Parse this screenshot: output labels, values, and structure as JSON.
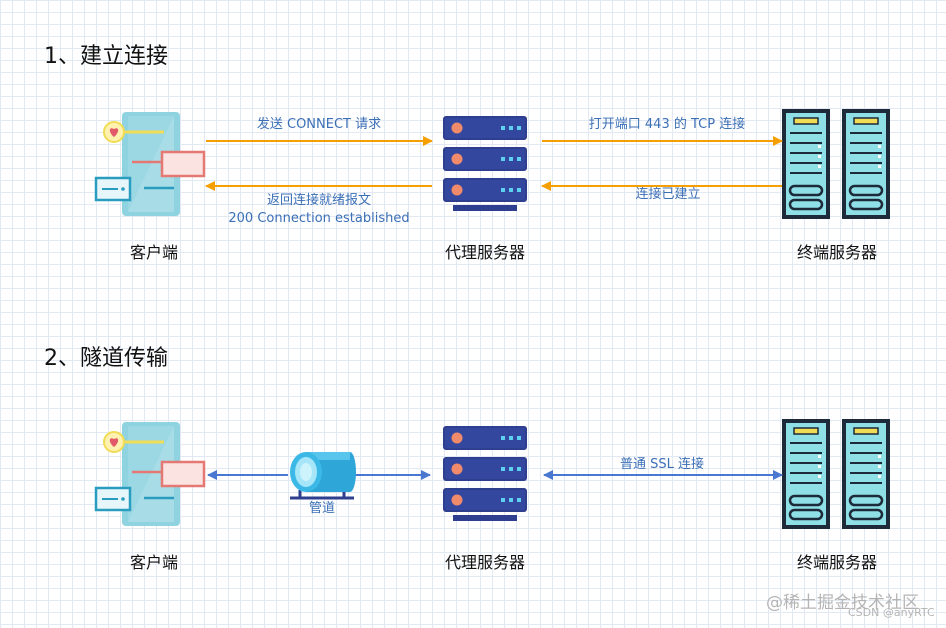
{
  "sections": [
    {
      "title": "1、建立连接",
      "client_label": "客户端",
      "proxy_label": "代理服务器",
      "server_label": "终端服务器",
      "edges": {
        "client_to_proxy": "发送 CONNECT 请求",
        "proxy_to_client_line1": "返回连接就绪报文",
        "proxy_to_client_line2": "200 Connection established",
        "proxy_to_server": "打开端口 443 的 TCP 连接",
        "server_to_proxy": "连接已建立"
      }
    },
    {
      "title": "2、隧道传输",
      "client_label": "客户端",
      "proxy_label": "代理服务器",
      "server_label": "终端服务器",
      "edges": {
        "pipe_label": "管道",
        "proxy_server_link": "普通 SSL 连接"
      }
    }
  ],
  "colors": {
    "arrow_orange": "#f5a000",
    "arrow_blue": "#4a78d0",
    "label_blue": "#3b6fb6"
  },
  "watermark": {
    "main": "@稀土掘金技术社区",
    "sub": "CSDN @anyRTC"
  }
}
